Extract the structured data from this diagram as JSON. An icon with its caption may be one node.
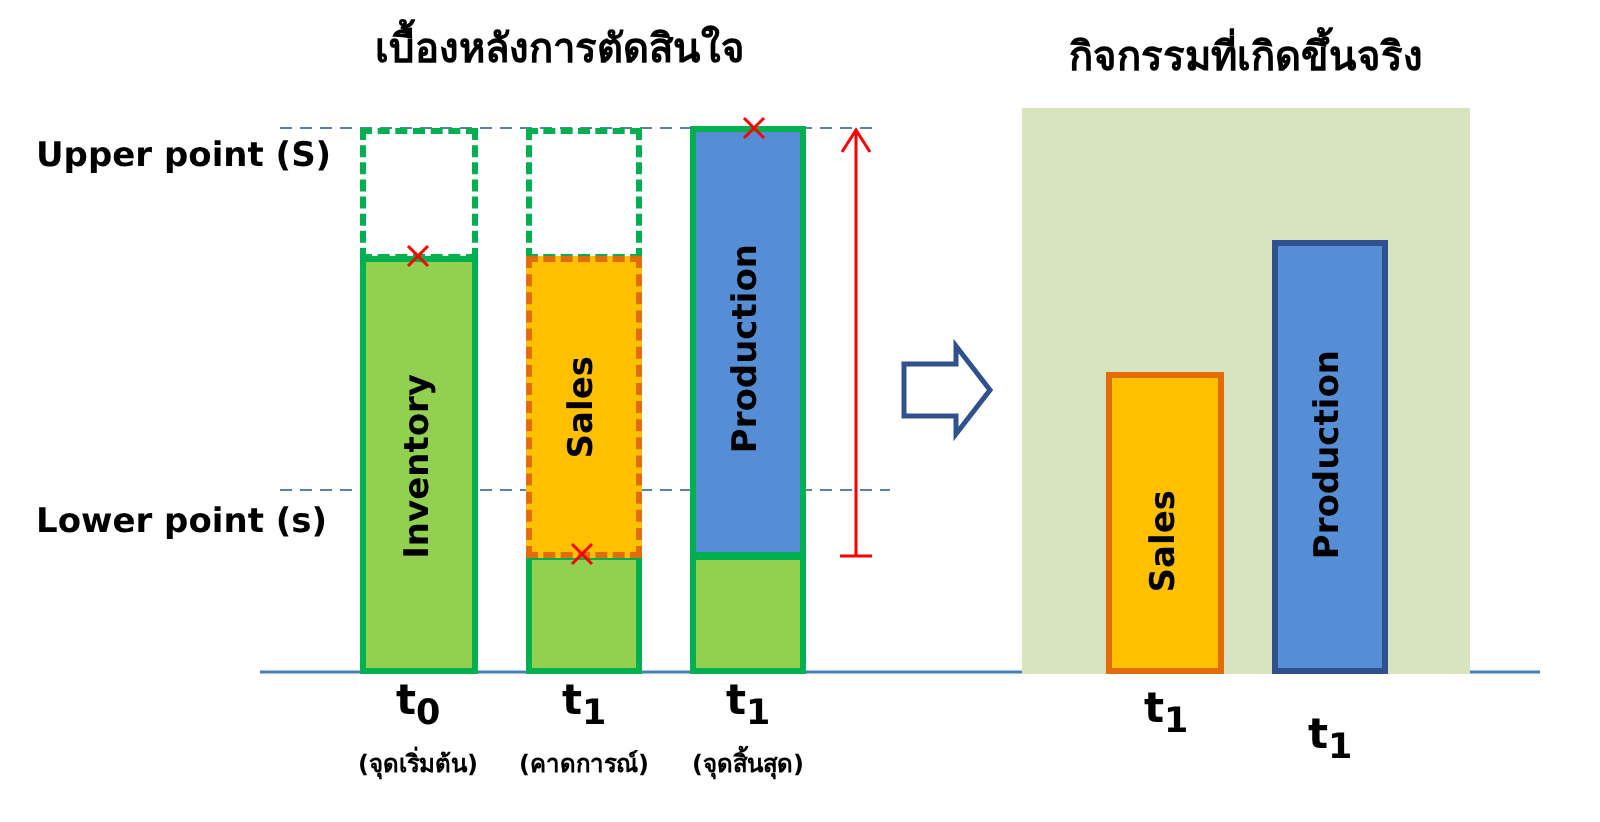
{
  "diagram": {
    "nodes": [
      {
        "text": [
          "Inventory"
        ]
      },
      {
        "text": [
          "Sales"
        ]
      },
      {
        "text": [
          "Production"
        ]
      },
      {
        "text": [
          "กิจกรรมที่เกิดขึ้นจริง"
        ]
      },
      {
        "text": [
          "Sales"
        ],
        "in": 3
      },
      {
        "text": [
          "Production"
        ],
        "in": 3
      }
    ],
    "edges": [
      {
        "from": 2,
        "to": 3,
        "arrow": "to"
      }
    ],
    "labels": [
      "เบื้องหลังการตัดสินใจ",
      "Upper point (S)",
      "Lower point (s)",
      "t$_{0}$",
      "(จุดเริ่มต้น)",
      "t$_{1}$",
      "(คาดการณ์)",
      "t$_{1}$",
      "(จุดสิ้นสุด)",
      "t$_{1}$",
      "t$_{1}$"
    ]
  }
}
